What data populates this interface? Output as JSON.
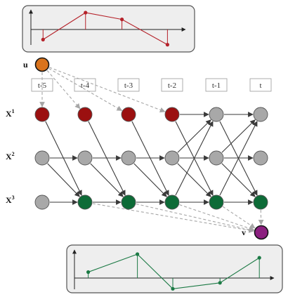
{
  "colors": {
    "node_red": "#9b1010",
    "node_gray": "#a8a8a8",
    "node_green": "#0d6b37",
    "node_u": "#d9731c",
    "node_v": "#8b1f7f",
    "edge": "#3a3a3a",
    "dashed": "#a6a6a6",
    "panel_fill": "#eeeeee",
    "panel_stroke": "#555555",
    "input_series": "#b5222a",
    "output_series": "#1c7a45"
  },
  "labels": {
    "input_node": "u",
    "output_node": "v",
    "rows": [
      {
        "base": "X",
        "sup": "1"
      },
      {
        "base": "X",
        "sup": "2"
      },
      {
        "base": "X",
        "sup": "3"
      }
    ],
    "time_steps": [
      "t-5",
      "t-4",
      "t-3",
      "t-2",
      "t-1",
      "t"
    ]
  },
  "grid": {
    "row_node_types": [
      [
        "red",
        "red",
        "red",
        "red",
        "gray",
        "gray"
      ],
      [
        "gray",
        "gray",
        "gray",
        "gray",
        "gray",
        "gray"
      ],
      [
        "gray",
        "green",
        "green",
        "green",
        "green",
        "green"
      ]
    ]
  },
  "edges": {
    "horizontal": [
      {
        "row": 0,
        "from": 3,
        "to": 4
      },
      {
        "row": 0,
        "from": 4,
        "to": 5
      },
      {
        "row": 1,
        "from": 0,
        "to": 1
      },
      {
        "row": 1,
        "from": 1,
        "to": 2
      },
      {
        "row": 1,
        "from": 2,
        "to": 3
      },
      {
        "row": 1,
        "from": 3,
        "to": 4
      },
      {
        "row": 1,
        "from": 4,
        "to": 5
      },
      {
        "row": 2,
        "from": 0,
        "to": 1
      },
      {
        "row": 2,
        "from": 1,
        "to": 2
      },
      {
        "row": 2,
        "from": 2,
        "to": 3
      },
      {
        "row": 2,
        "from": 3,
        "to": 4
      },
      {
        "row": 2,
        "from": 4,
        "to": 5
      }
    ],
    "cross": [
      {
        "from": [
          0,
          0
        ],
        "to": [
          2,
          1
        ]
      },
      {
        "from": [
          0,
          1
        ],
        "to": [
          2,
          2
        ]
      },
      {
        "from": [
          0,
          2
        ],
        "to": [
          2,
          3
        ]
      },
      {
        "from": [
          0,
          3
        ],
        "to": [
          2,
          4
        ]
      },
      {
        "from": [
          0,
          4
        ],
        "to": [
          2,
          5
        ]
      },
      {
        "from": [
          1,
          0
        ],
        "to": [
          2,
          1
        ]
      },
      {
        "from": [
          1,
          1
        ],
        "to": [
          2,
          2
        ]
      },
      {
        "from": [
          1,
          2
        ],
        "to": [
          2,
          3
        ]
      },
      {
        "from": [
          1,
          3
        ],
        "to": [
          0,
          4
        ]
      },
      {
        "from": [
          1,
          4
        ],
        "to": [
          0,
          5
        ]
      },
      {
        "from": [
          2,
          3
        ],
        "to": [
          0,
          4
        ]
      },
      {
        "from": [
          2,
          4
        ],
        "to": [
          0,
          5
        ]
      },
      {
        "from": [
          1,
          3
        ],
        "to": [
          2,
          4
        ]
      },
      {
        "from": [
          1,
          4
        ],
        "to": [
          2,
          5
        ]
      }
    ]
  },
  "input_signal": {
    "description_values": [
      -0.6,
      1.0,
      0.6,
      -0.9
    ],
    "x_positions": [
      0.08,
      0.36,
      0.6,
      0.9
    ]
  },
  "output_signal": {
    "description_values": [
      0.25,
      1.0,
      -0.45,
      -0.2,
      0.85
    ],
    "x_positions": [
      0.07,
      0.32,
      0.5,
      0.74,
      0.94
    ]
  }
}
